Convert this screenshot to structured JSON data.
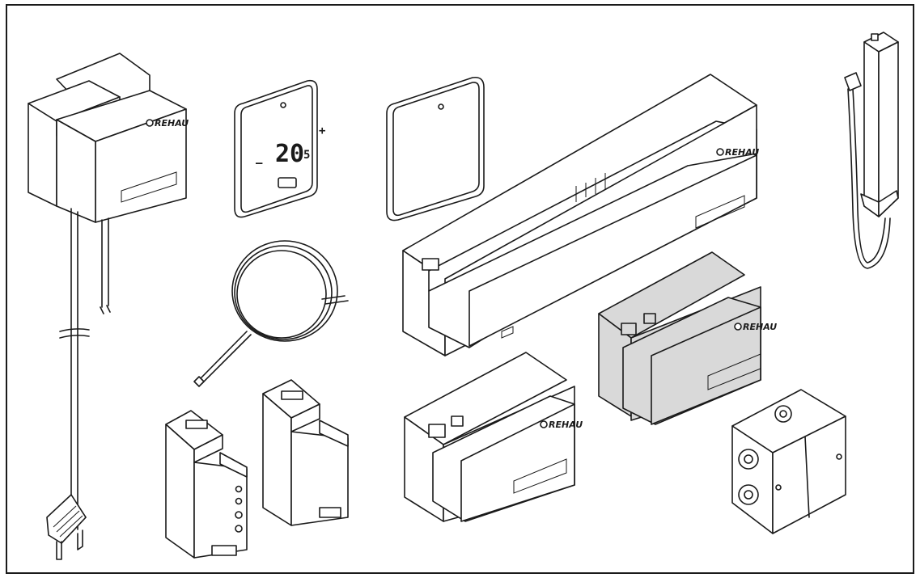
{
  "brand": {
    "logo_text": "REHAU"
  },
  "thermostat_display": {
    "temperature": "20",
    "decimal": "5",
    "minus": "–",
    "plus": "+"
  },
  "colors": {
    "line": "#1a1a1a",
    "highlight_fill": "#d9d9d9",
    "background": "#ffffff"
  },
  "icons": [
    "plug-power-supply-icon",
    "display-room-thermostat-icon",
    "room-thermostat-icon",
    "sensor-cable-icon",
    "base-unit-icon",
    "din-rail-module-icon",
    "extension-module-icon",
    "junction-box-icon",
    "antenna-icon"
  ]
}
